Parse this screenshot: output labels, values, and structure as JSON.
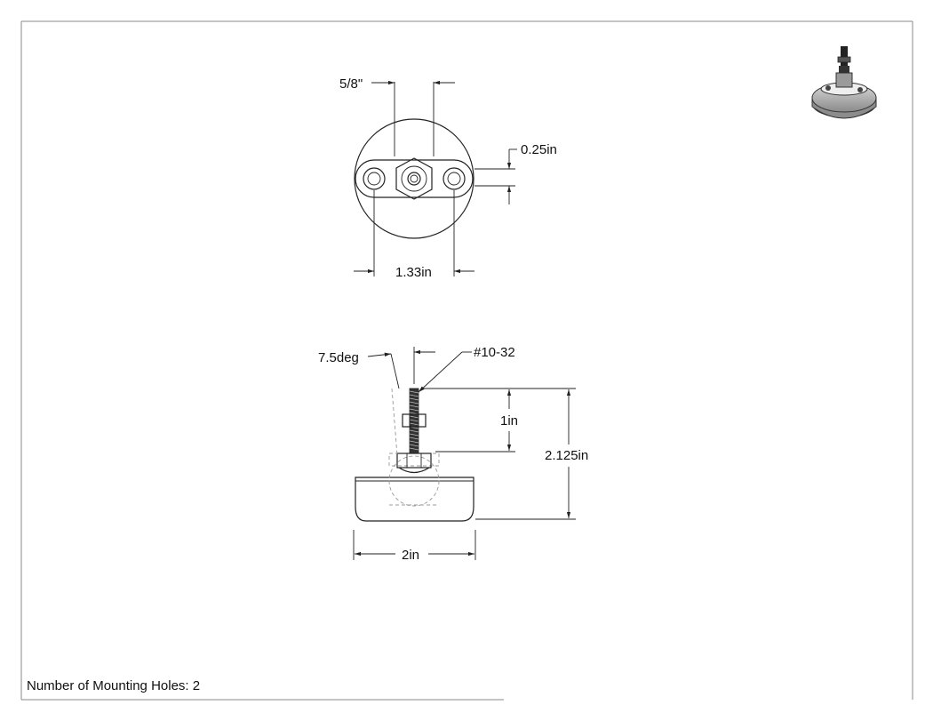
{
  "dimensions": {
    "nut_width": "5/8\"",
    "slot_width": "0.25in",
    "hole_spacing": "1.33in",
    "swivel_angle": "7.5deg",
    "thread": "#10-32",
    "stud_length": "1in",
    "overall_height": "2.125in",
    "base_diameter": "2in"
  },
  "notes": {
    "mounting_holes": "Number of Mounting Holes: 2"
  },
  "colors": {
    "line": "#222222",
    "hidden_line": "#999999",
    "border": "#888888",
    "base_shade": "#7a7a7a"
  }
}
